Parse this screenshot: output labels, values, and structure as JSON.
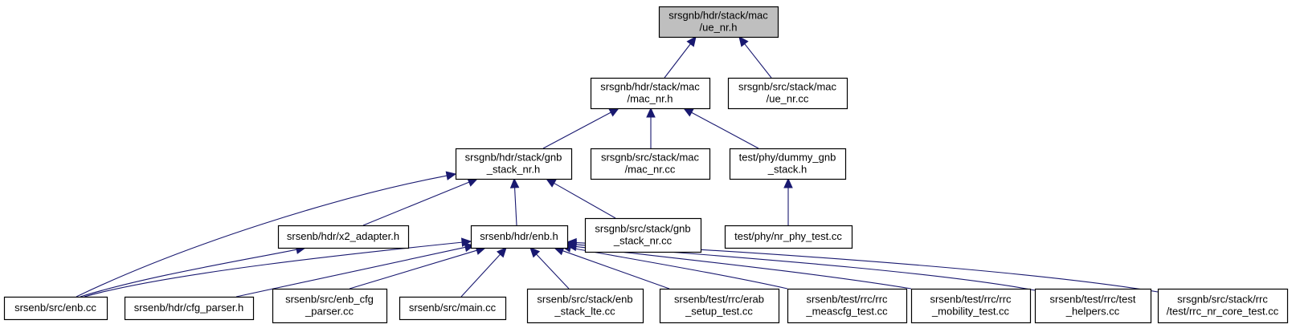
{
  "graph": {
    "root": "ue_nr_h",
    "nodes": [
      {
        "id": "ue_nr_h",
        "lines": [
          "srsgnb/hdr/stack/mac",
          "/ue_nr.h"
        ],
        "highlighted": true
      },
      {
        "id": "mac_nr_h",
        "lines": [
          "srsgnb/hdr/stack/mac",
          "/mac_nr.h"
        ]
      },
      {
        "id": "ue_nr_cc",
        "lines": [
          "srsgnb/src/stack/mac",
          "/ue_nr.cc"
        ]
      },
      {
        "id": "gnb_stack_nr_h",
        "lines": [
          "srsgnb/hdr/stack/gnb",
          "_stack_nr.h"
        ]
      },
      {
        "id": "mac_nr_cc",
        "lines": [
          "srsgnb/src/stack/mac",
          "/mac_nr.cc"
        ]
      },
      {
        "id": "dummy_gnb_stack_h",
        "lines": [
          "test/phy/dummy_gnb",
          "_stack.h"
        ]
      },
      {
        "id": "x2_adapter_h",
        "lines": [
          "srsenb/hdr/x2_adapter.h"
        ]
      },
      {
        "id": "enb_h",
        "lines": [
          "srsenb/hdr/enb.h"
        ]
      },
      {
        "id": "gnb_stack_nr_cc",
        "lines": [
          "srsgnb/src/stack/gnb",
          "_stack_nr.cc"
        ]
      },
      {
        "id": "nr_phy_test_cc",
        "lines": [
          "test/phy/nr_phy_test.cc"
        ]
      },
      {
        "id": "enb_cc",
        "lines": [
          "srsenb/src/enb.cc"
        ]
      },
      {
        "id": "cfg_parser_h",
        "lines": [
          "srsenb/hdr/cfg_parser.h"
        ]
      },
      {
        "id": "enb_cfg_parser_cc",
        "lines": [
          "srsenb/src/enb_cfg",
          "_parser.cc"
        ]
      },
      {
        "id": "main_cc",
        "lines": [
          "srsenb/src/main.cc"
        ]
      },
      {
        "id": "enb_stack_lte_cc",
        "lines": [
          "srsenb/src/stack/enb",
          "_stack_lte.cc"
        ]
      },
      {
        "id": "erab_setup_test_cc",
        "lines": [
          "srsenb/test/rrc/erab",
          "_setup_test.cc"
        ]
      },
      {
        "id": "rrc_meascfg_test_cc",
        "lines": [
          "srsenb/test/rrc/rrc",
          "_meascfg_test.cc"
        ]
      },
      {
        "id": "rrc_mobility_test_cc",
        "lines": [
          "srsenb/test/rrc/rrc",
          "_mobility_test.cc"
        ]
      },
      {
        "id": "test_helpers_cc",
        "lines": [
          "srsenb/test/rrc/test",
          "_helpers.cc"
        ]
      },
      {
        "id": "rrc_nr_core_test_cc",
        "lines": [
          "srsgnb/src/stack/rrc",
          "/test/rrc_nr_core_test.cc"
        ]
      }
    ],
    "edges": [
      {
        "from": "mac_nr_h",
        "to": "ue_nr_h"
      },
      {
        "from": "ue_nr_cc",
        "to": "ue_nr_h"
      },
      {
        "from": "gnb_stack_nr_h",
        "to": "mac_nr_h"
      },
      {
        "from": "mac_nr_cc",
        "to": "mac_nr_h"
      },
      {
        "from": "dummy_gnb_stack_h",
        "to": "mac_nr_h"
      },
      {
        "from": "enb_cc",
        "to": "gnb_stack_nr_h"
      },
      {
        "from": "x2_adapter_h",
        "to": "gnb_stack_nr_h"
      },
      {
        "from": "enb_h",
        "to": "gnb_stack_nr_h"
      },
      {
        "from": "gnb_stack_nr_cc",
        "to": "gnb_stack_nr_h"
      },
      {
        "from": "nr_phy_test_cc",
        "to": "dummy_gnb_stack_h"
      },
      {
        "from": "enb_cc",
        "to": "x2_adapter_h"
      },
      {
        "from": "enb_cc",
        "to": "enb_h"
      },
      {
        "from": "cfg_parser_h",
        "to": "enb_h"
      },
      {
        "from": "enb_cfg_parser_cc",
        "to": "enb_h"
      },
      {
        "from": "main_cc",
        "to": "enb_h"
      },
      {
        "from": "enb_stack_lte_cc",
        "to": "enb_h"
      },
      {
        "from": "erab_setup_test_cc",
        "to": "enb_h"
      },
      {
        "from": "rrc_meascfg_test_cc",
        "to": "enb_h"
      },
      {
        "from": "rrc_mobility_test_cc",
        "to": "enb_h"
      },
      {
        "from": "test_helpers_cc",
        "to": "enb_h"
      },
      {
        "from": "rrc_nr_core_test_cc",
        "to": "enb_h"
      }
    ]
  },
  "colors": {
    "edge": "#191970",
    "root_fill": "#bfbfbf",
    "node_fill": "#ffffff",
    "node_border": "#000000"
  }
}
